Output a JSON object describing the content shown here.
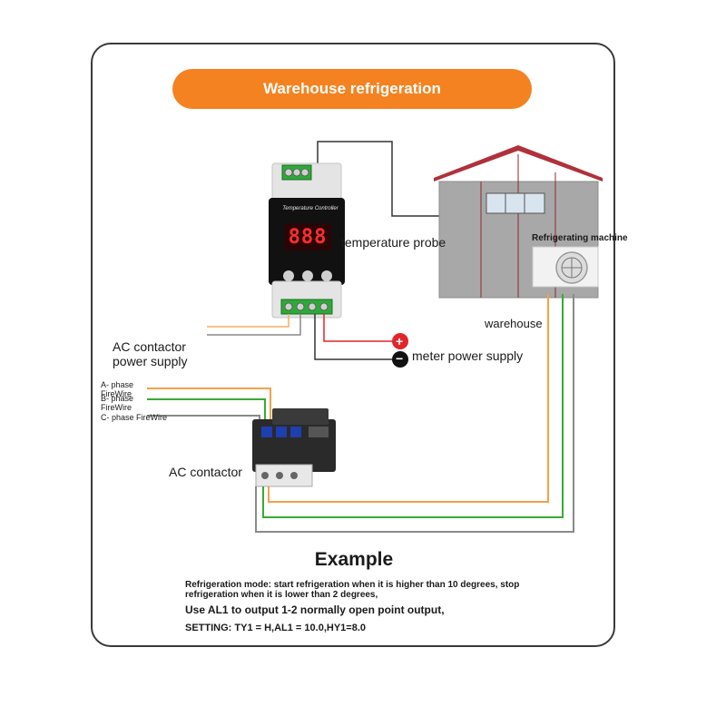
{
  "banner": {
    "title": "Warehouse refrigeration"
  },
  "labels": {
    "temperature_probe": "temperature probe",
    "refrigerating_machine": "Refrigerating machine",
    "warehouse": "warehouse",
    "meter_power_supply": "meter power supply",
    "ac_contactor_power_supply_line1": "AC contactor",
    "ac_contactor_power_supply_line2": "power supply",
    "a_phase_line1": "A- phase",
    "a_phase_line2": "FireWire",
    "b_phase_line1": "B- phase",
    "b_phase_line2": "FireWire",
    "c_phase": "C- phase FireWire",
    "ac_contactor": "AC contactor"
  },
  "controller": {
    "title": "Temperature Controller",
    "display": "888",
    "plus_symbol": "+",
    "minus_symbol": "−"
  },
  "example": {
    "heading": "Example",
    "description": "Refrigeration mode: start refrigeration when it is higher than 10 degrees, stop refrigeration when it is lower than 2 degrees,",
    "output_line": "Use AL1 to output 1-2 normally open point output,",
    "setting_line": "SETTING: TY1 = H,AL1 = 10.0,HY1=8.0"
  },
  "colors": {
    "banner": "#f58220",
    "orange_wire": "#f5a04a",
    "green_wire": "#3aaa35",
    "gray_wire": "#8a8a8a",
    "red_wire": "#e0262a",
    "dark_wire": "#333333"
  }
}
